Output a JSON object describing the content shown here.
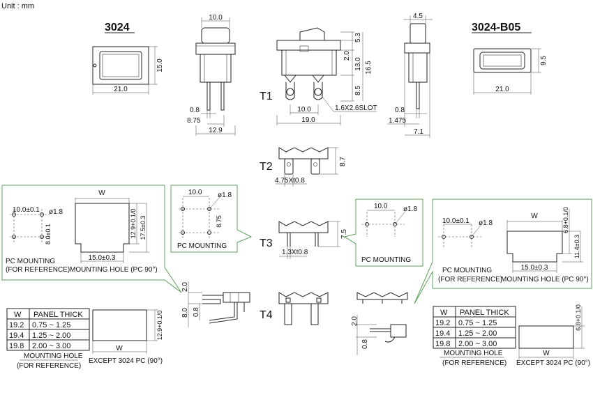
{
  "unit_label": "Unit : mm",
  "models": {
    "left": "3024",
    "right": "3024-B05"
  },
  "terminals": {
    "t1": "T1",
    "t2": "T2",
    "t3": "T3",
    "t4": "T4"
  },
  "dims": {
    "d_15_0": "15.0",
    "d_21_0_left": "21.0",
    "d_10_0_top": "10.0",
    "d_0_8_a": "0.8",
    "d_8_75_a": "8.75",
    "d_12_9": "12.9",
    "d_5_3": "5.3",
    "d_2_0_a": "2.0",
    "d_13_0": "13.0",
    "d_16_5": "16.5",
    "d_8_5": "8.5",
    "d_10_0_t1": "10.0",
    "d_19_0": "19.0",
    "d_slot": "1.6X2.6SLOT",
    "d_4_5": "4.5",
    "d_0_8_b": "0.8",
    "d_1_475": "1.475",
    "d_7_1": "7.1",
    "d_9_5": "9.5",
    "d_21_0_right": "21.0",
    "d_8_7": "8.7",
    "d_4_75x0_8": "4.75Xt0.8",
    "d_7_5": "7.5",
    "d_1_3x0_8": "1.3Xt0.8",
    "d_2_0_t4": "2.0",
    "d_8_0_t4": "8.0",
    "d_0_8_t4": "0.8",
    "d_2_0_t4r": "2.0",
    "d_0_8_t4r": "0.8"
  },
  "left_box": {
    "pc_dim_w": "10.0±0.1",
    "pc_dim_h": "8.0±0.1",
    "pc_hole": "ø1.8",
    "w_label": "W",
    "h_12_9": "12.9+0.1/0",
    "h_17_5": "17.5±0.3",
    "w_15_0": "15.0±0.3",
    "pc_mounting": "PC MOUNTING",
    "for_reference": "(FOR REFERENCE)",
    "mounting_hole": "MOUNTING HOLE (PC 90°)"
  },
  "t1_box": {
    "dim_10": "10.0",
    "hole": "ø1.8",
    "dim_8_75": "8.75",
    "caption": "PC MOUNTING"
  },
  "t3_box": {
    "dim_10": "10.0",
    "hole": "ø1.8",
    "caption": "PC MOUNTING"
  },
  "right_box": {
    "pc_dim_w": "10.0±0.1",
    "pc_hole": "ø1.8",
    "w_label": "W",
    "h_6_8": "6.8+0.1/0",
    "h_11_4": "11.4±0.3",
    "w_15_0": "15.0±0.3",
    "pc_mounting": "PC MOUNTING",
    "for_reference": "(FOR REFERENCE)",
    "mounting_hole": "MOUNTING HOLE (PC 90°)"
  },
  "panel_table_left": {
    "headers": [
      "W",
      "PANEL THICK"
    ],
    "rows": [
      [
        "19.2",
        "0.75 ~ 1.25"
      ],
      [
        "19.4",
        "1.25 ~ 2.00"
      ],
      [
        "19.8",
        "2.00 ~ 3.00"
      ]
    ],
    "caption1": "MOUNTING HOLE",
    "caption2": "(FOR REFERENCE)",
    "h_label": "12.9+0.1/0",
    "w_label": "W",
    "except": "EXCEPT 3024 PC (90°)"
  },
  "panel_table_right": {
    "headers": [
      "W",
      "PANEL THICK"
    ],
    "rows": [
      [
        "19.2",
        "0.75 ~ 1.25"
      ],
      [
        "19.4",
        "1.25 ~ 2.00"
      ],
      [
        "19.8",
        "2.00 ~ 3.00"
      ]
    ],
    "caption1": "MOUNTING HOLE",
    "caption2": "(FOR REFERENCE)",
    "h_label": "6.8+0.1/0",
    "w_label": "W",
    "except": "EXCEPT 3024 PC (90°)"
  }
}
